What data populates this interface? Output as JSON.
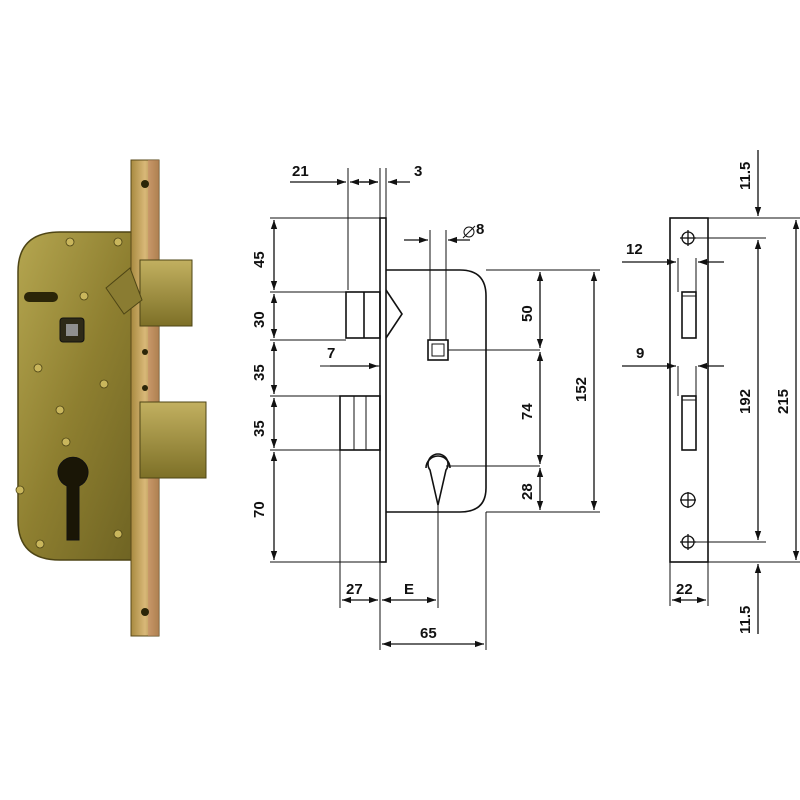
{
  "dimensions": {
    "front_width": "21",
    "faceplate_thickness": "3",
    "spindle_square": "8",
    "latch_top": "45",
    "latch_height": "30",
    "gap": "35",
    "bolt_height": "35",
    "bottom": "70",
    "bolt_setback": "7",
    "spindle_to_top": "50",
    "centre_distance": "74",
    "cylinder_to_bottom": "28",
    "case_height": "152",
    "bolt_throw": "27",
    "backset": "E",
    "case_depth": "65",
    "strike_offset": "12",
    "strike_hole_offset": "9",
    "strike_top": "11.5",
    "strike_holes": "192",
    "strike_total": "215",
    "strike_width": "22",
    "strike_bottom": "11.5"
  },
  "colors": {
    "lock_body": "#9a8a3a",
    "lock_dark": "#6f6320",
    "faceplate": "#c98a6a",
    "line": "#111111"
  }
}
